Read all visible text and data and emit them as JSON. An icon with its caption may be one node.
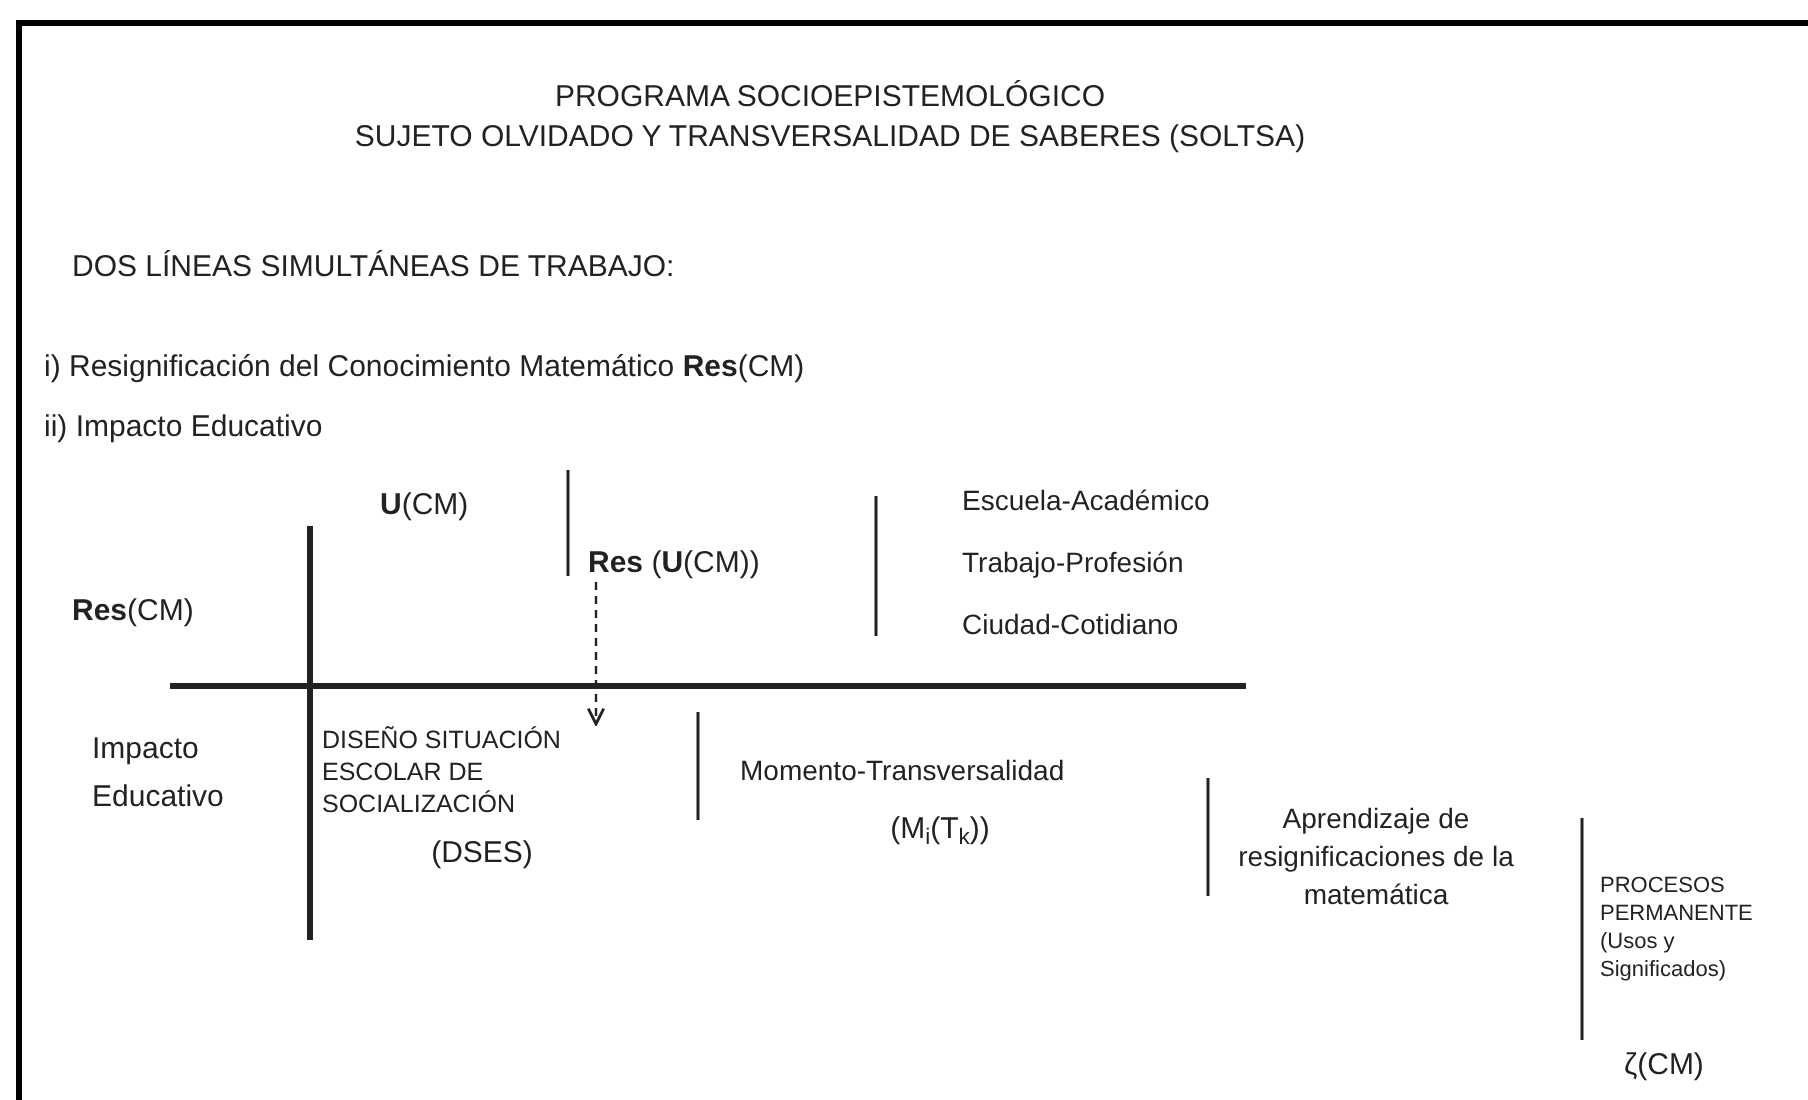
{
  "diagram": {
    "nodes": [
      {
        "text": [
          "**U**(CM)"
        ]
      },
      {
        "text": [
          "**Res** (**U**(CM))"
        ]
      },
      {
        "text": [
          "**Res**(CM)"
        ]
      },
      {
        "text": [
          "Impacto Educativo"
        ]
      },
      {
        "text": [
          "DISEÑO SITUACIÓN ESCOLAR DE SOCIALIZACIÓN",
          "(DSES)"
        ]
      },
      {
        "text": [
          "Momento-Transversalidad",
          "(M$_{i}$(T$_{k}$))"
        ]
      },
      {
        "text": [
          "Aprendizaje de resignificaciones de la matemática"
        ]
      },
      {
        "text": [
          "PROCESOS PERMANENTE",
          "(Usos y Significados)",
          "ζ(CM)"
        ]
      }
    ],
    "edges": [
      {
        "from": 1,
        "to": 4,
        "arrow": "to",
        "style": "dashed"
      }
    ],
    "labels": [
      "PROGRAMA SOCIOEPISTEMOLÓGICO",
      "SUJETO OLVIDADO Y TRANSVERSALIDAD DE SABERES (SOLTSA)",
      "DOS LÍNEAS SIMULTÁNEAS DE TRABAJO:",
      "i) Resignificación del Conocimiento Matemático **Res**(CM)",
      "ii) Impacto Educativo",
      "Escuela-Académico",
      "Trabajo-Profesión",
      "Ciudad-Cotidiano"
    ]
  }
}
